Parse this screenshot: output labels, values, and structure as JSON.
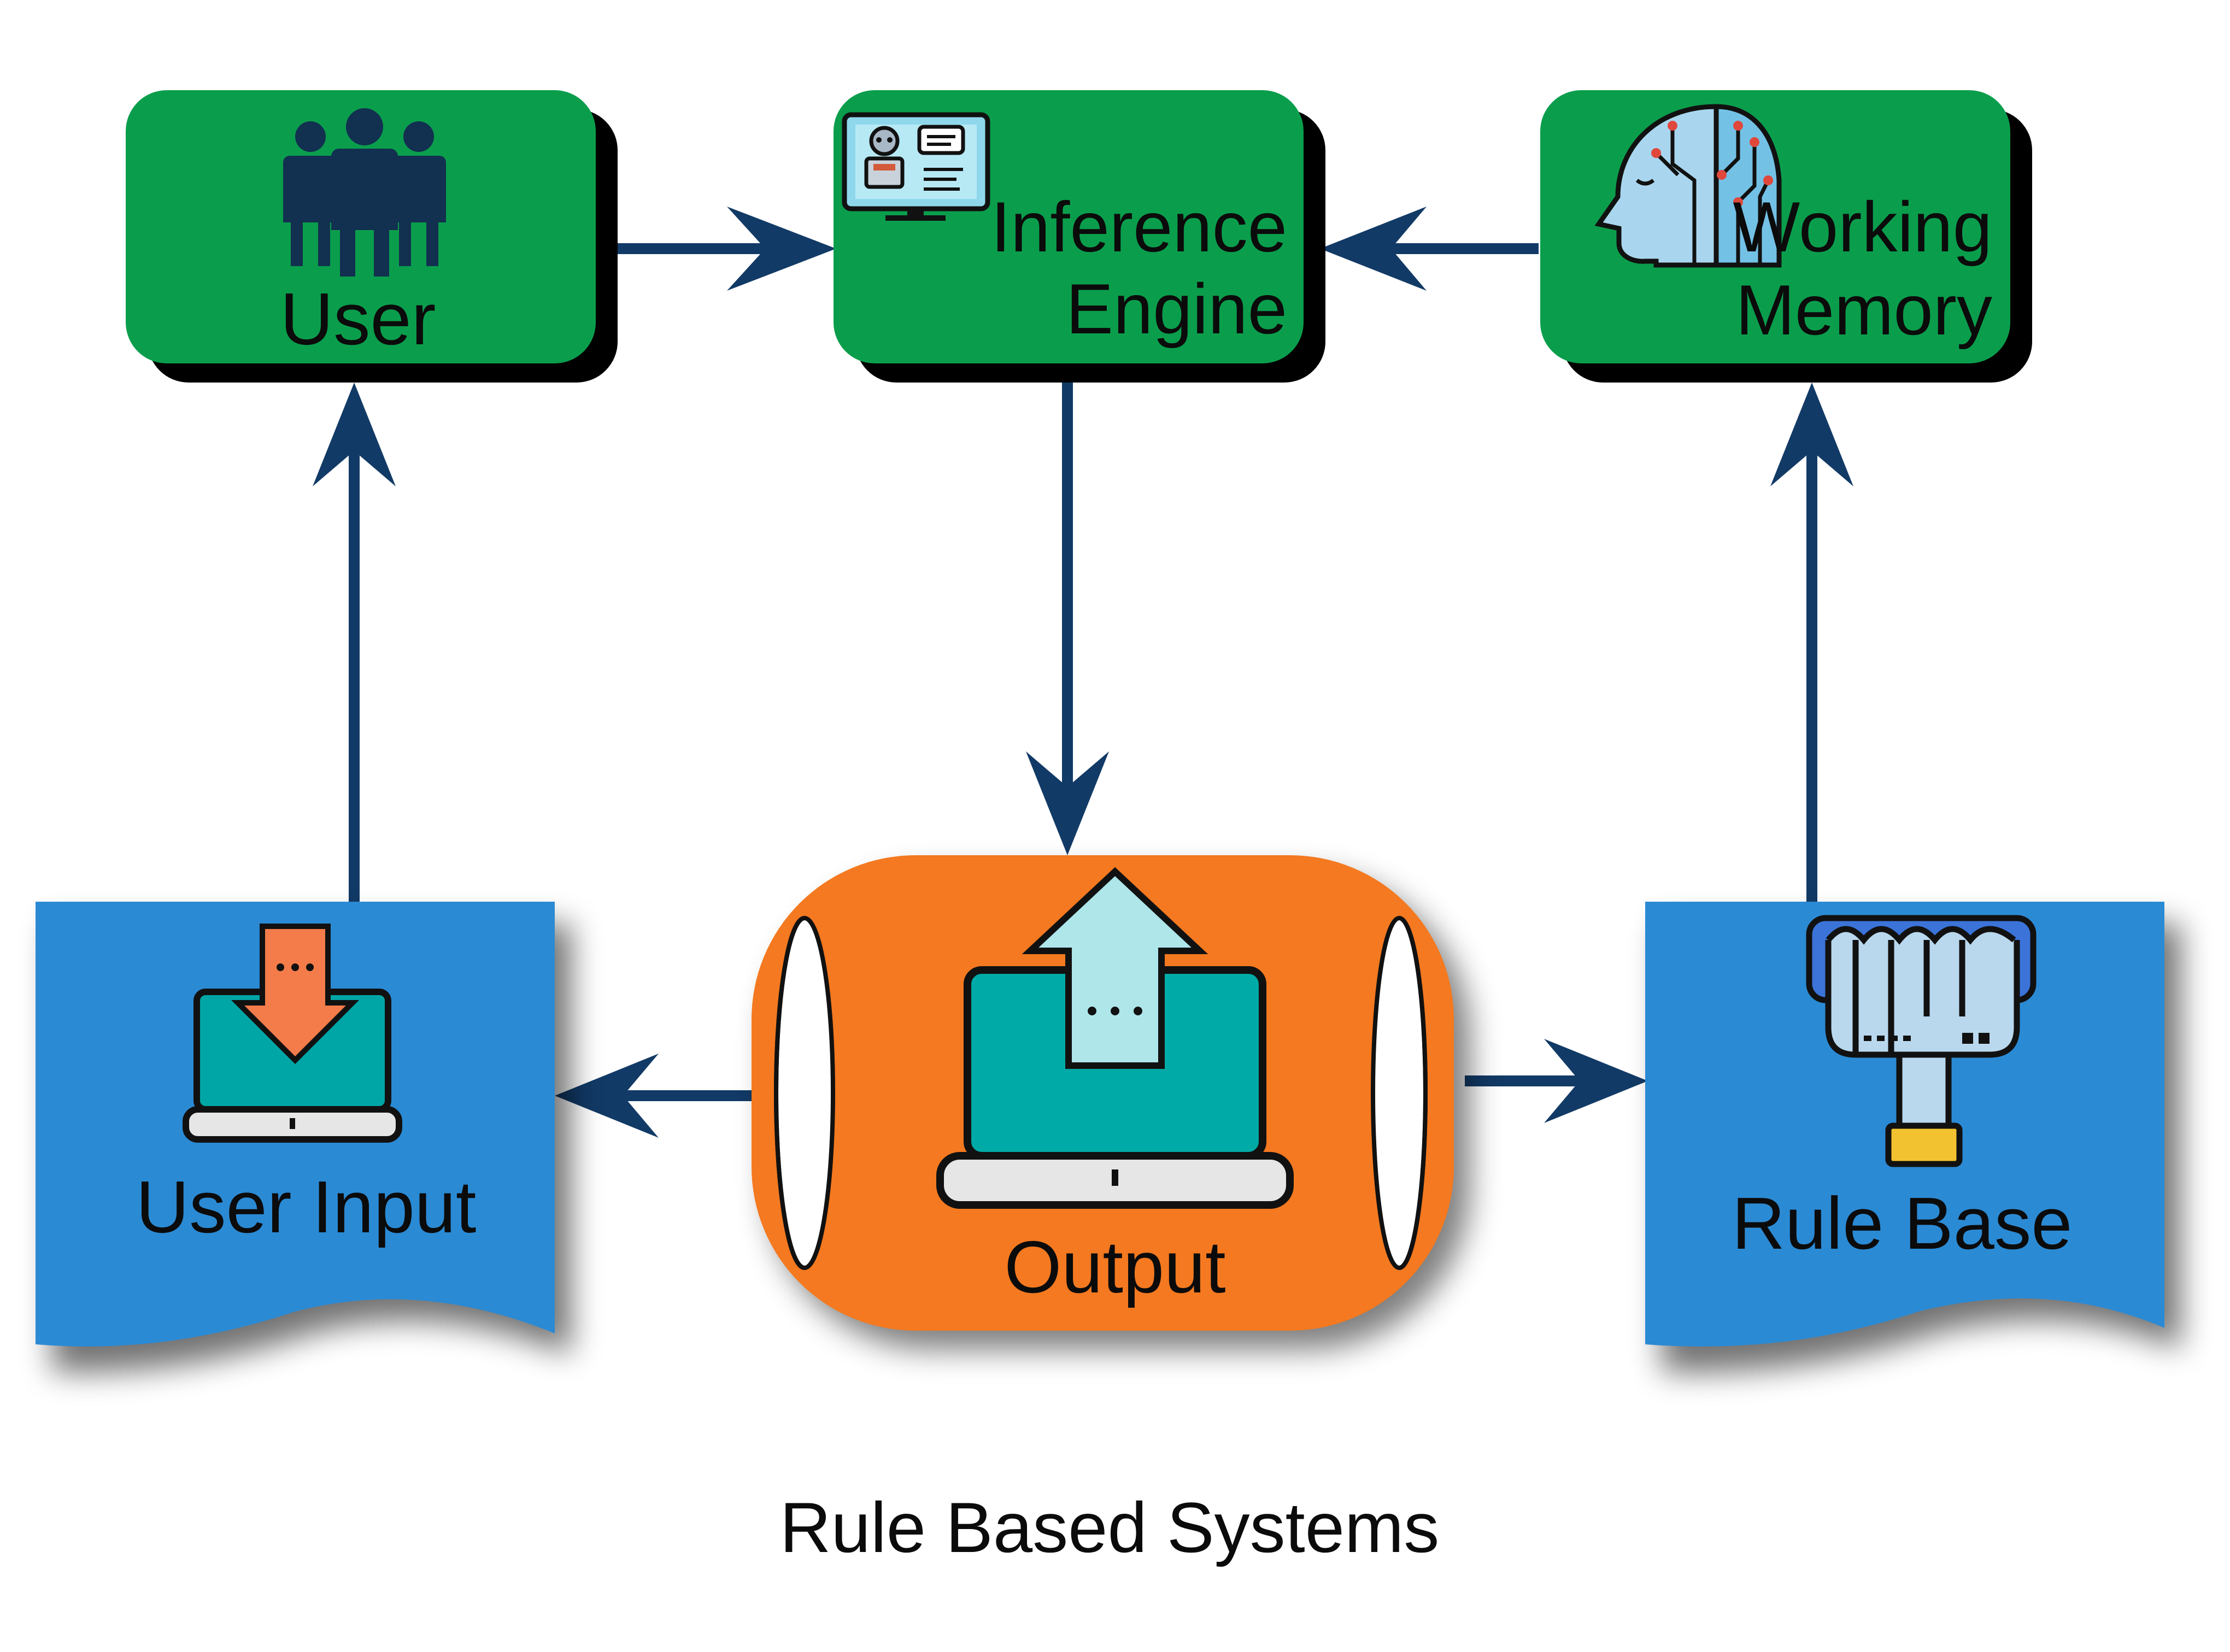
{
  "nodes": {
    "user": {
      "label": "User",
      "icon": "users-group-icon"
    },
    "inference_engine": {
      "label_line1": "Inference",
      "label_line2": "Engine",
      "icon": "robot-monitor-icon"
    },
    "working_memory": {
      "label_line1": "Working",
      "label_line2": "Memory",
      "icon": "ai-brain-head-icon"
    },
    "user_input": {
      "label": "User Input",
      "icon": "laptop-download-icon"
    },
    "output": {
      "label": "Output",
      "icon": "laptop-upload-icon"
    },
    "rule_base": {
      "label": "Rule Base",
      "icon": "robot-hand-icon"
    }
  },
  "caption": "Rule Based Systems",
  "colors": {
    "box_green": "#0a9e4c",
    "doc_blue": "#2b8ad4",
    "output_orange": "#f47920",
    "arrow_navy": "#123a66",
    "shadow": "#000000"
  }
}
